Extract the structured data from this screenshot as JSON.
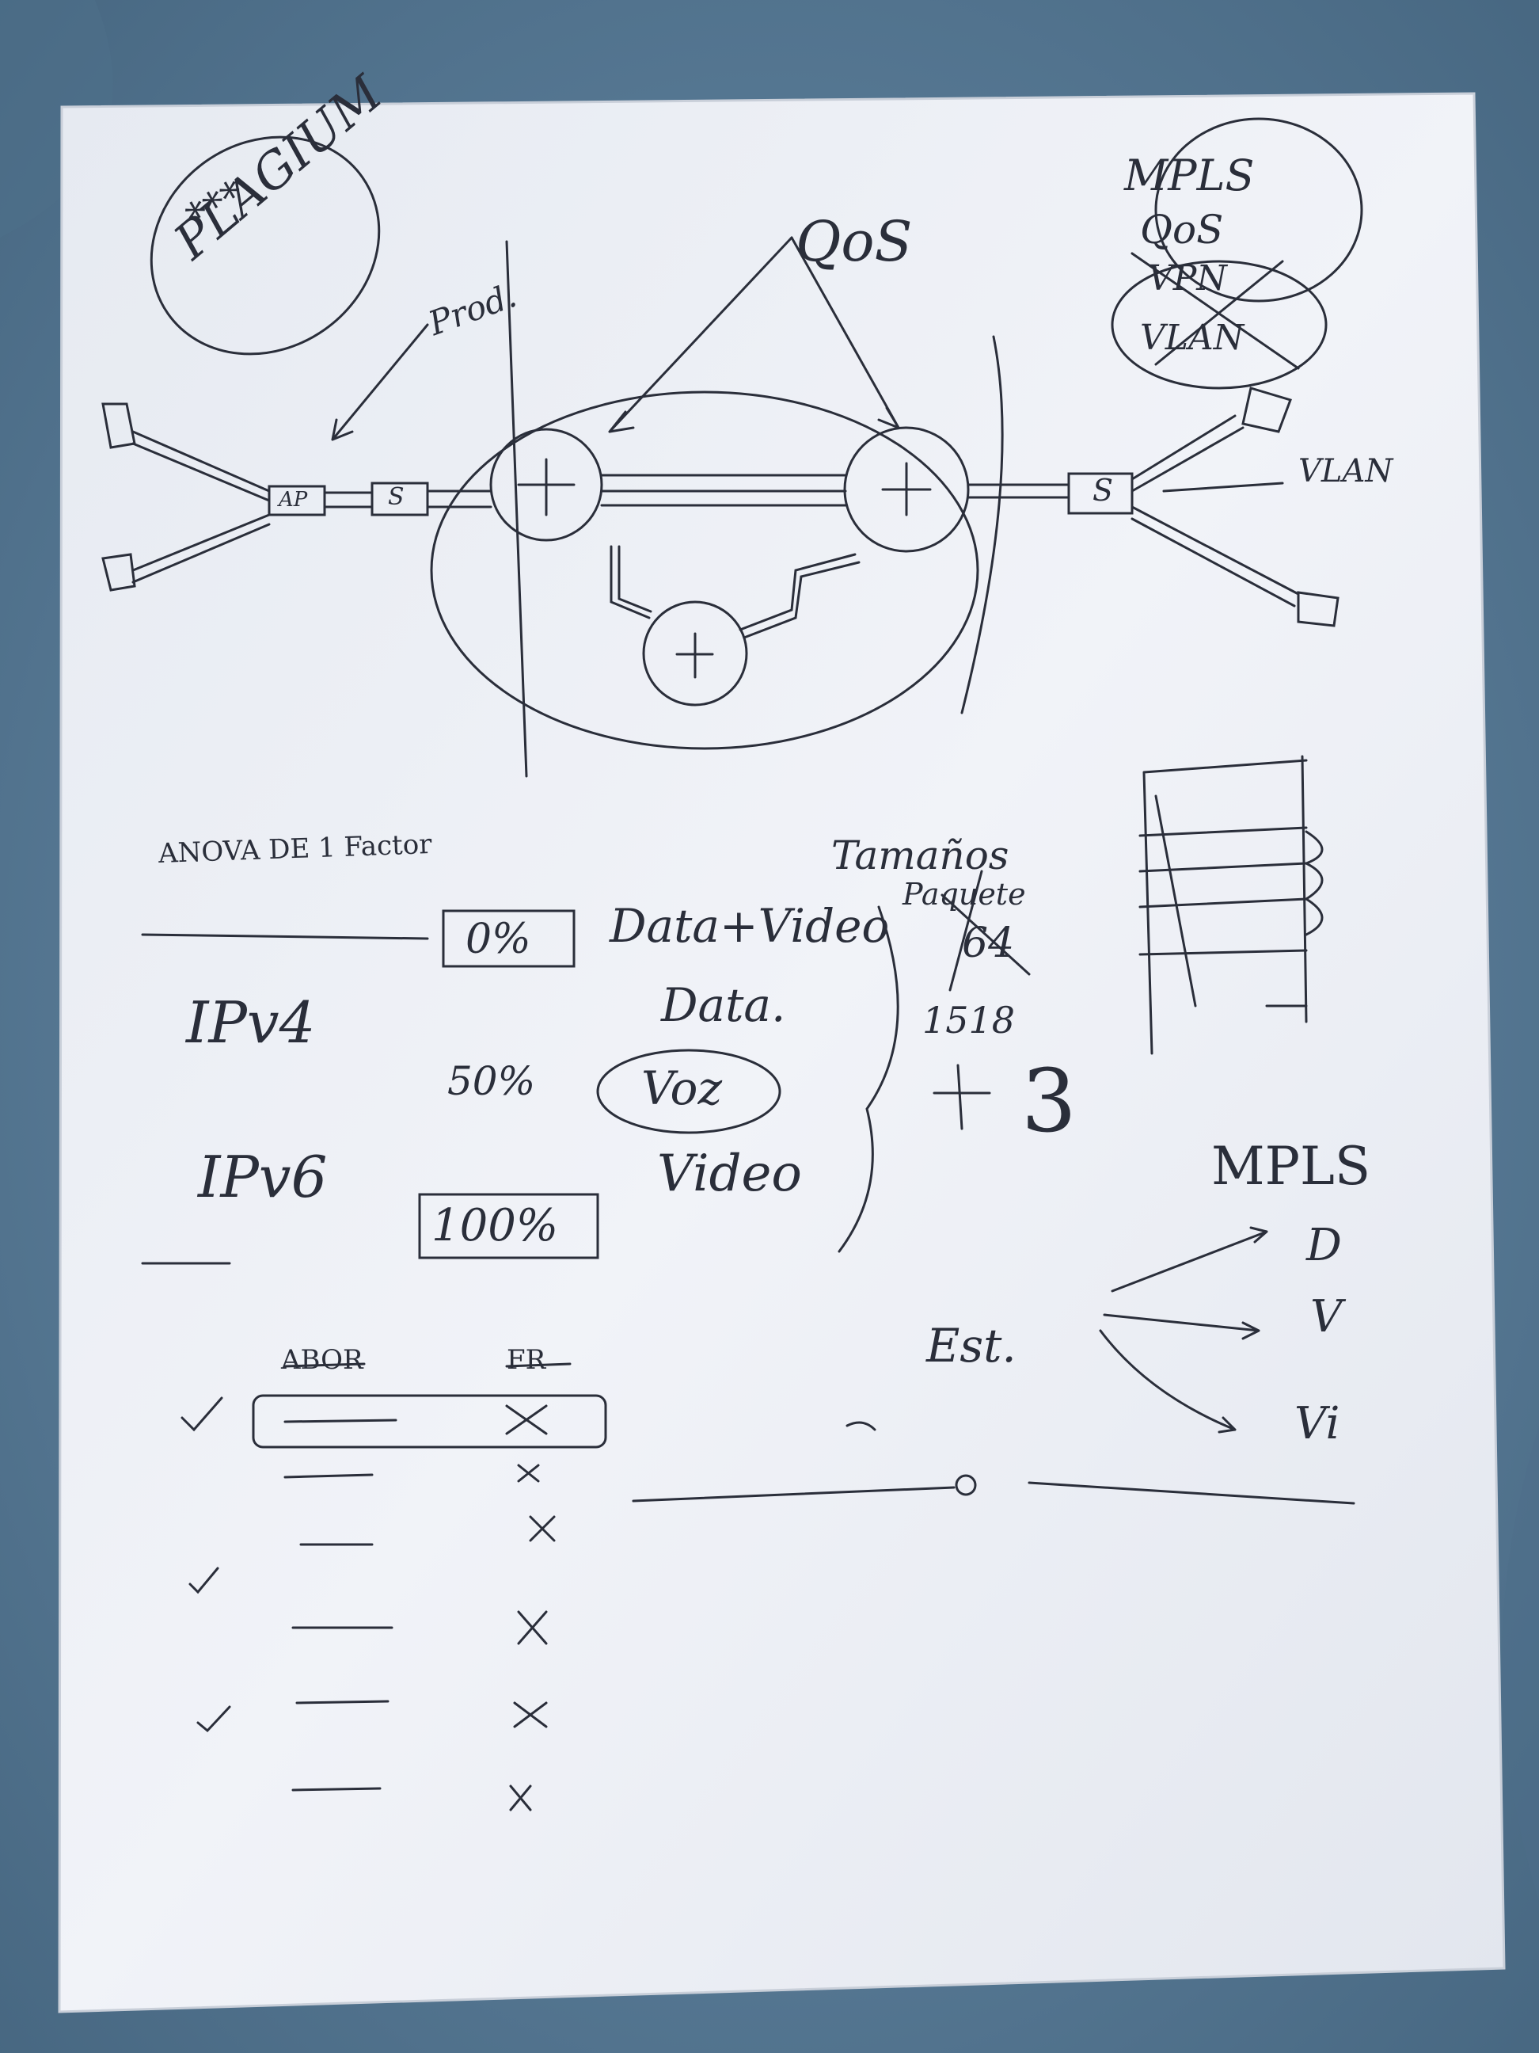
{
  "photo": {
    "background_color": "#5b7f9c",
    "paper_color": "#eef1f6",
    "ink_color": "#2a2e3a"
  },
  "notes": {
    "plagium": "PLAGIUM",
    "stars": "***",
    "qos": "QoS",
    "prod": "Prod.",
    "mpls_top": "MPLS",
    "qos_small": "QoS",
    "vpn": "VPN",
    "vlan_top": "VLAN",
    "vlan_right": "VLAN",
    "ap": "AP",
    "s_left": "S",
    "s_right": "S",
    "anova": "ANOVA DE 1 Factor",
    "pct_0": "0%",
    "pct_50": "50%",
    "pct_100": "100%",
    "ipv4": "IPv4",
    "ipv6": "IPv6",
    "data_video": "Data+Video",
    "data": "Data.",
    "voz": "Voz",
    "video": "Video",
    "tamanos": "Tamaños",
    "paquete": "Paquete",
    "n64": "64",
    "n1518": "1518",
    "x3": "3",
    "mpls_right": "MPLS",
    "d": "D",
    "v": "V",
    "vi": "Vi",
    "est": "Est.",
    "abor": "ABOR",
    "fr": "FR"
  }
}
